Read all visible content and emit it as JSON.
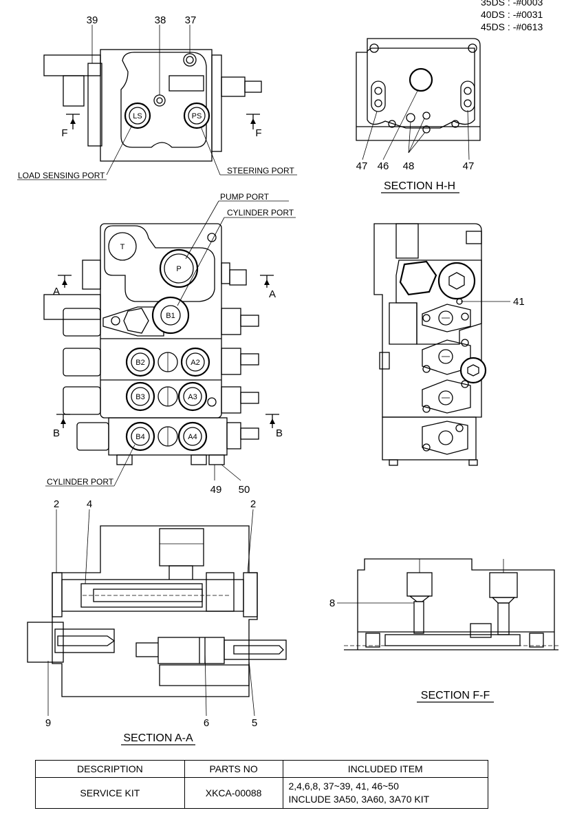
{
  "revisions": [
    "35DS : -#0003",
    "40DS : -#0031",
    "45DS : -#0613"
  ],
  "callouts": {
    "c39": "39",
    "c38": "38",
    "c37": "37",
    "c47a": "47",
    "c46": "46",
    "c48": "48",
    "c47b": "47",
    "c41": "41",
    "c49": "49",
    "c50": "50",
    "c2a": "2",
    "c4": "4",
    "c2b": "2",
    "c8": "8",
    "c9": "9",
    "c6": "6",
    "c5": "5"
  },
  "ports": {
    "ls": "LS",
    "ps": "PS",
    "t": "T",
    "p": "P",
    "b1": "B1",
    "b2": "B2",
    "a2": "A2",
    "b3": "B3",
    "a3": "A3",
    "b4": "B4",
    "a4": "A4"
  },
  "port_labels": {
    "load_sensing": "LOAD SENSING PORT",
    "steering": "STEERING PORT",
    "pump": "PUMP PORT",
    "cylinder_top": "CYLINDER PORT",
    "cylinder_bottom": "CYLINDER PORT"
  },
  "section_marks": {
    "f_left": "F",
    "f_right": "F",
    "a_left": "A",
    "a_right": "A",
    "b_left": "B",
    "b_right": "B"
  },
  "sections": {
    "hh": "SECTION H-H",
    "aa": "SECTION A-A",
    "ff": "SECTION F-F"
  },
  "parts_table": {
    "headers": [
      "DESCRIPTION",
      "PARTS NO",
      "INCLUDED ITEM"
    ],
    "row": {
      "description": "SERVICE KIT",
      "parts_no": "XKCA-00088",
      "included_line1": "2,4,6,8, 37~39, 41, 46~50",
      "included_line2": "INCLUDE 3A50, 3A60, 3A70 KIT"
    }
  }
}
